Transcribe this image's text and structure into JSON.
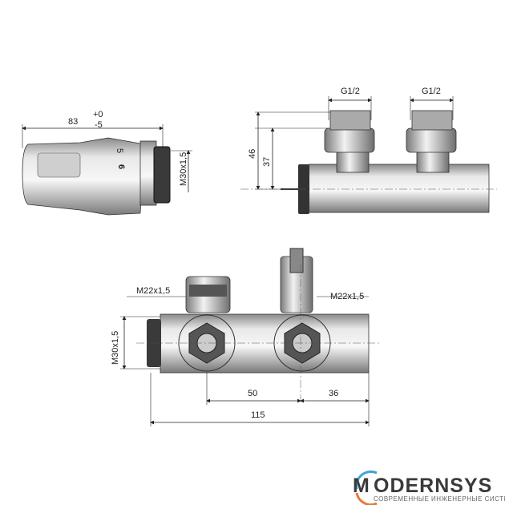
{
  "thermo_head": {
    "length_dim": "83",
    "tol_plus": "+0",
    "tol_minus": "-5",
    "thread_dim": "M30x1,5",
    "scale_mark_5": "5",
    "scale_mark_6": "6"
  },
  "side_view": {
    "left_thread": "G1/2",
    "right_thread": "G1/2",
    "height_total": "46",
    "height_axis": "37"
  },
  "front_view": {
    "left_connection": "M22x1,5",
    "right_connection": "M22x1,5",
    "head_thread": "M30x1,5",
    "spacing": "50",
    "end_offset": "36",
    "total_length": "115"
  },
  "logo": {
    "brand": "ODERNSYS",
    "brand_initial": "M",
    "tagline": "СОВРЕМЕННЫЕ ИНЖЕНЕРНЫЕ СИСТЕМЫ",
    "arc_blue": "#3aa3d8",
    "arc_orange": "#e8793a"
  }
}
